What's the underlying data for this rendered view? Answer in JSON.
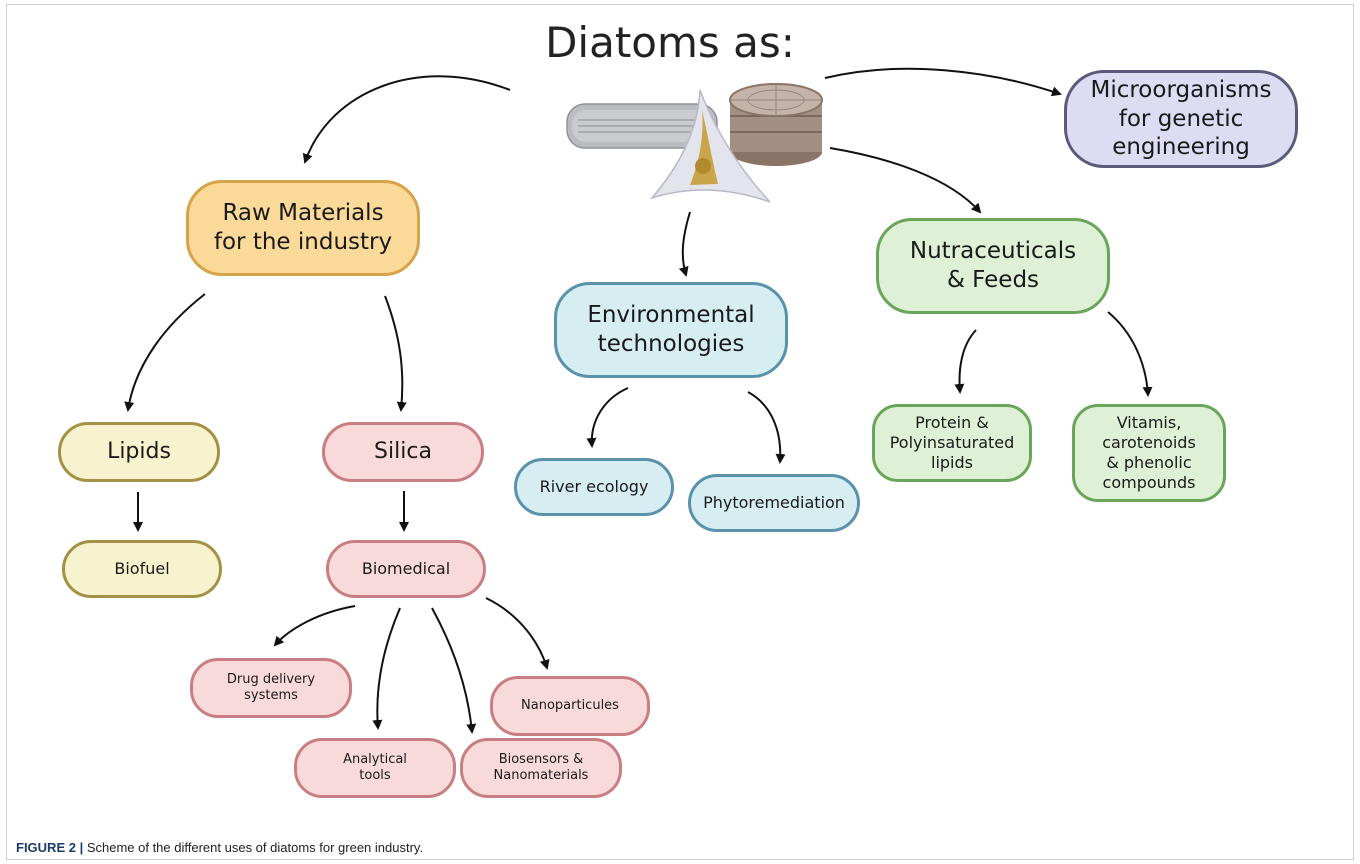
{
  "title": "Diatoms as:",
  "nodes": {
    "microorganisms": "Microorganisms\nfor genetic\nengineering",
    "raw_materials": "Raw Materials\nfor the industry",
    "environmental": "Environmental\ntechnologies",
    "nutraceuticals": "Nutraceuticals\n& Feeds",
    "lipids": "Lipids",
    "silica": "Silica",
    "biofuel": "Biofuel",
    "biomedical": "Biomedical",
    "river_ecology": "River ecology",
    "phytoremediation": "Phytoremediation",
    "protein": "Protein &\nPolyinsaturated\nlipids",
    "vitamins": "Vitamis,\ncarotenoids\n& phenolic\ncompounds",
    "drug_delivery": "Drug delivery\nsystems",
    "analytical_tools": "Analytical\ntools",
    "biosensors": "Biosensors &\nNanomaterials",
    "nanoparticules": "Nanoparticules"
  },
  "icons": [
    "pennate-diatom-icon",
    "centric-diatom-icon",
    "triangular-diatom-icon"
  ],
  "caption": {
    "label": "FIGURE 2 |",
    "text": " Scheme of the different uses of diatoms for green industry."
  }
}
